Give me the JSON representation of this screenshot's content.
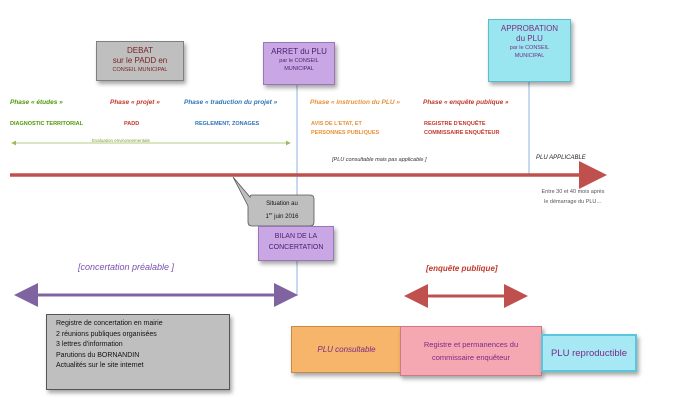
{
  "colors": {
    "timeline": "#c0504d",
    "concertation_arrow": "#8064a2",
    "enquete_arrow": "#c0504d",
    "env_arrow": "#9bbb59",
    "milestone_line": "#8db3e2"
  },
  "top_boxes": {
    "debat": {
      "line1": "DEBAT",
      "line2": "sur le PADD en",
      "line3": "CONSEIL MUNICIPAL"
    },
    "arret": {
      "line1": "ARRET du PLU",
      "line2": "par le CONSEIL",
      "line3": "MUNICIPAL"
    },
    "approbation": {
      "line1": "APPROBATION",
      "line2": "du PLU",
      "line3": "par le CONSEIL",
      "line4": "MUNICIPAL"
    }
  },
  "phases": [
    {
      "label": "Phase « études »",
      "color": "#4e9a06",
      "sub1": "DIAGNOSTIC TERRITORIAL",
      "sub2": ""
    },
    {
      "label": "Phase « projet »",
      "color": "#c0392b",
      "sub1": "PADD",
      "sub2": ""
    },
    {
      "label": "Phase « traduction du projet »",
      "color": "#2e75b6",
      "sub1": "REGLEMENT, ZONAGES",
      "sub2": ""
    },
    {
      "label": "Phase « instruction du PLU »",
      "color": "#e69138",
      "sub1": "AVIS DE L'ETAT, ET",
      "sub2": "PERSONNES PUBLIQUES"
    },
    {
      "label": "Phase « enquête publique »",
      "color": "#c0392b",
      "sub1": "REGISTRE D'ENQUÊTE",
      "sub2": "COMMISSAIRE ENQUÊTEUR"
    }
  ],
  "timeline": {
    "env_label": "Evaluation environnementale",
    "plu_consultable": "[PLU consultable mais pas applicable ]",
    "plu_applicable": "PLU APPLICABLE",
    "delay_note_1": "Entre 30 et 40 mois  après",
    "delay_note_2": "le démarrage du PLU…"
  },
  "callout": {
    "line1": "Situation au",
    "line2_pre": "1",
    "line2_sup": "er",
    "line2_post": " juin 2016"
  },
  "bilan": {
    "line1": "BILAN DE LA",
    "line2": "CONCERTATION"
  },
  "concertation_label": "[concertation préalable ]",
  "enquete_label": "[enquête publique]",
  "registre_items": [
    "Registre de concertation en mairie",
    "2 réunions publiques organisées",
    "3 lettres d'information",
    "Parutions du BORNANDIN",
    "Actualités sur le site internet"
  ],
  "bottom_boxes": {
    "consultable": "PLU consultable",
    "permanences_1": "Registre et permanences du",
    "permanences_2": "commissaire enquêteur",
    "reproductible": "PLU  reproductible"
  }
}
